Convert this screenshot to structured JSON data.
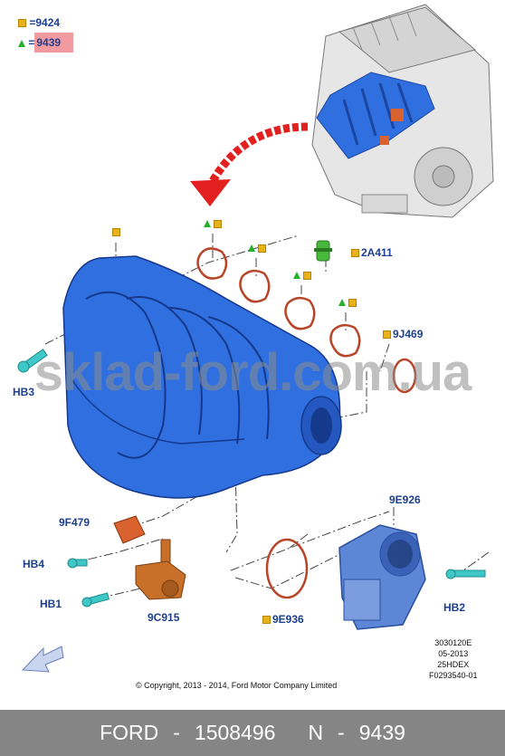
{
  "legend": {
    "square_code": "9424",
    "triangle_code": "9439"
  },
  "labels": {
    "l2a411": "2A411",
    "l9j469": "9J469",
    "lhb3": "HB3",
    "l9f479": "9F479",
    "lhb4": "HB4",
    "lhb1": "HB1",
    "l9c915": "9C915",
    "l9e936": "9E936",
    "l9e926": "9E926",
    "lhb2": "HB2"
  },
  "meta": {
    "line1": "3030120E",
    "line2": "05-2013",
    "line3": "25HDEX",
    "line4": "F0293540-01"
  },
  "copyright": "© Copyright, 2013 - 2014, Ford Motor Company Limited",
  "watermark": "sklad-ford.com.ua",
  "footer": {
    "brand": "FORD",
    "sep1": "-",
    "part": "1508496",
    "n_label": "N",
    "sep2": "-",
    "n_code": "9439"
  },
  "colors": {
    "manifold": "#2f6fe0",
    "gasket": "#b8452a",
    "bolt": "#3fc7c7",
    "sensor": "#d9622e",
    "valve": "#c8702a",
    "legend_text": "#1c3f8f",
    "highlight": "#f19aa0",
    "footer_bg": "#858585"
  }
}
